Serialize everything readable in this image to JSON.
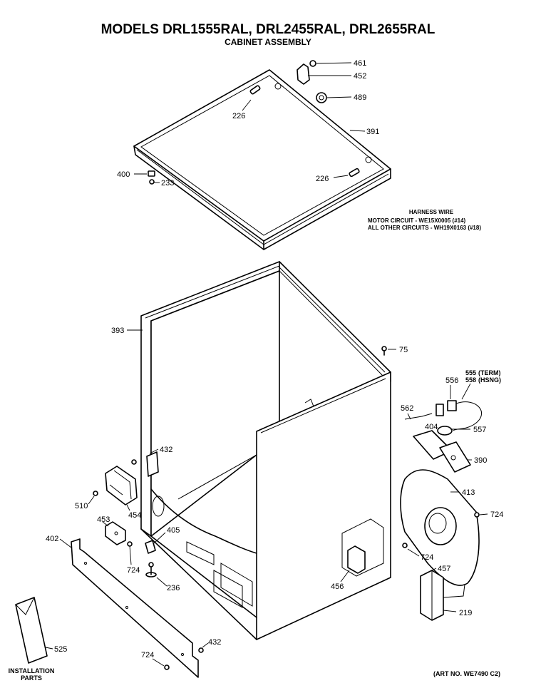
{
  "title": "MODELS DRL1555RAL, DRL2455RAL, DRL2655RAL",
  "subtitle": "CABINET ASSEMBLY",
  "harness": {
    "heading": "HARNESS WIRE",
    "line1": "MOTOR CIRCUIT - WE15X0005 (#14)",
    "line2": "ALL OTHER CIRCUITS - WH19X0163 (#18)"
  },
  "labels": {
    "p461": "461",
    "p452": "452",
    "p489": "489",
    "p226a": "226",
    "p391": "391",
    "p400": "400",
    "p233": "233",
    "p226b": "226",
    "p393": "393",
    "p75": "75",
    "p556": "556",
    "p555": "555",
    "p555note": "(TERM)",
    "p558": "558",
    "p558note": "(HSNG)",
    "p562": "562",
    "p404": "404",
    "p557": "557",
    "p390": "390",
    "p413": "413",
    "p724a": "724",
    "p432a": "432",
    "p510": "510",
    "p454": "454",
    "p453": "453",
    "p405": "405",
    "p724b": "724",
    "p236": "236",
    "p402": "402",
    "p456": "456",
    "p724c": "724",
    "p457": "457",
    "p219": "219",
    "p525": "525",
    "p432b": "432",
    "p724d": "724"
  },
  "installation": {
    "line1": "INSTALLATION",
    "line2": "PARTS"
  },
  "art_no": "(ART NO. WE7490 C2)"
}
